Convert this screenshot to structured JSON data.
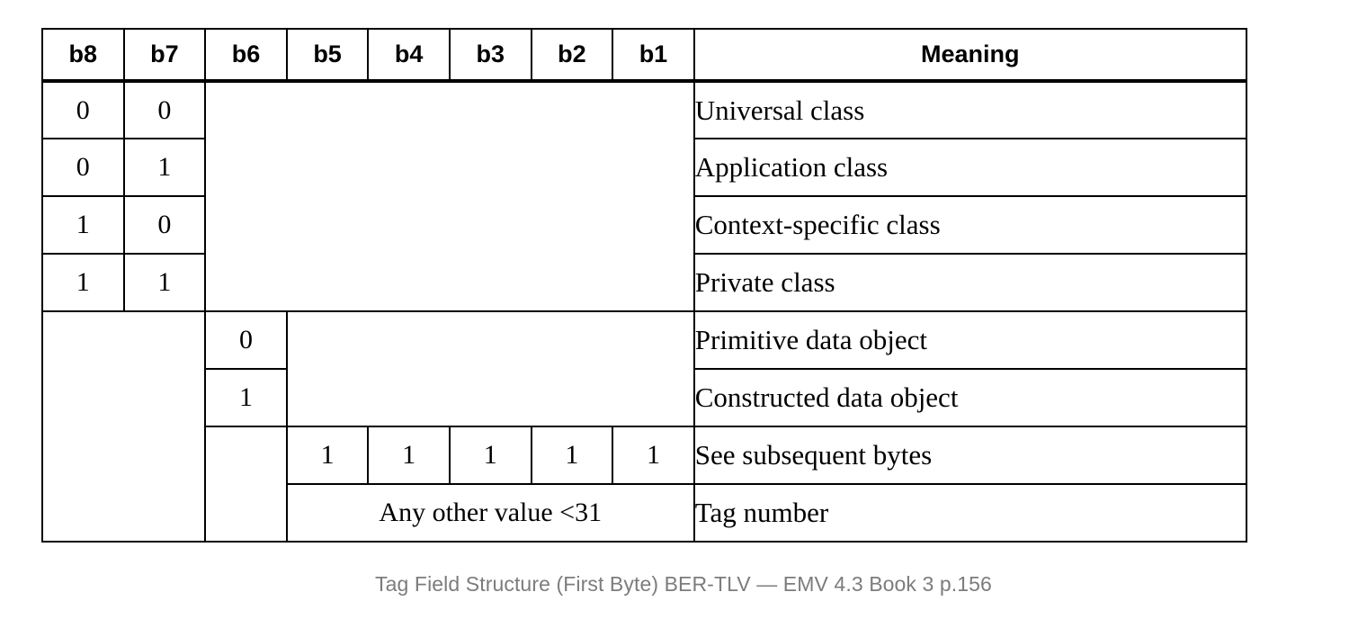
{
  "table": {
    "columns": [
      "b8",
      "b7",
      "b6",
      "b5",
      "b4",
      "b3",
      "b2",
      "b1",
      "Meaning"
    ],
    "bit_headers": [
      "b8",
      "b7",
      "b6",
      "b5",
      "b4",
      "b3",
      "b2",
      "b1"
    ],
    "meaning_header": "Meaning",
    "shade_color": "#c0c0c0",
    "rows": [
      {
        "b8": "0",
        "b7": "0",
        "meaning": "Universal class"
      },
      {
        "b8": "0",
        "b7": "1",
        "meaning": "Application class"
      },
      {
        "b8": "1",
        "b7": "0",
        "meaning": "Context-specific class"
      },
      {
        "b8": "1",
        "b7": "1",
        "meaning": "Private class"
      },
      {
        "b6": "0",
        "meaning": "Primitive data object"
      },
      {
        "b6": "1",
        "meaning": "Constructed data object"
      },
      {
        "b5": "1",
        "b4": "1",
        "b3": "1",
        "b2": "1",
        "b1": "1",
        "meaning": "See subsequent bytes"
      },
      {
        "span_value": "Any other value <31",
        "meaning": "Tag number"
      }
    ]
  },
  "caption": "Tag Field Structure (First Byte) BER-TLV — EMV 4.3 Book 3 p.156"
}
